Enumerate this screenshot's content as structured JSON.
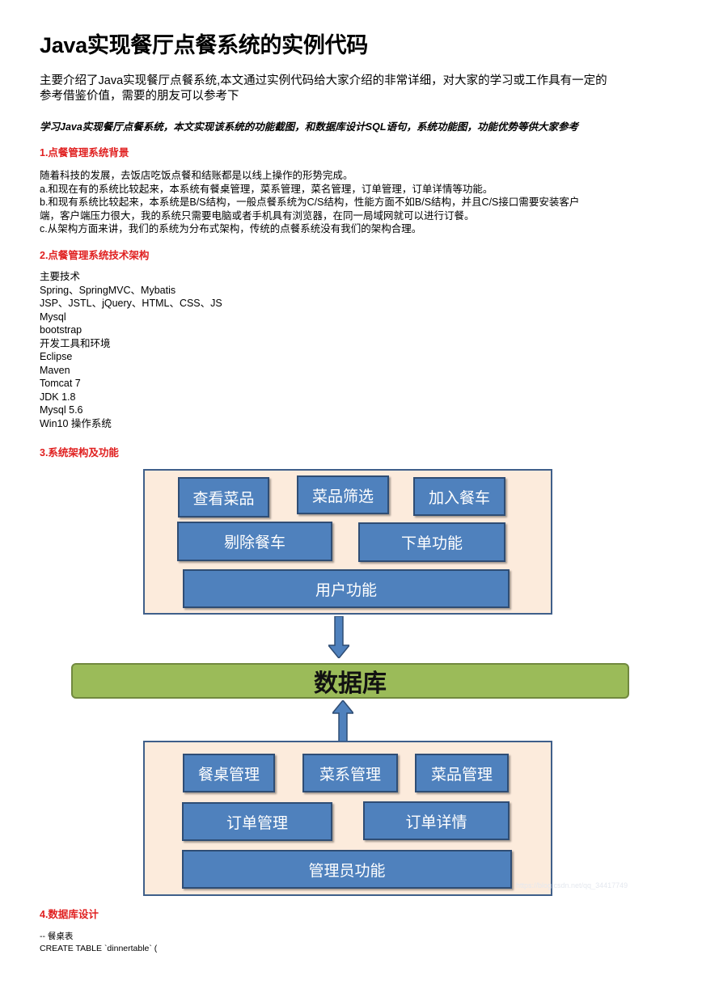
{
  "title": "Java实现餐厅点餐系统的实例代码",
  "intro": [
    "主要介绍了Java实现餐厅点餐系统,本文通过实例代码给大家介绍的非常详细，对大家的学习或工作具有一定的",
    "参考借鉴价值，需要的朋友可以参考下"
  ],
  "lead": "学习Java实现餐厅点餐系统，本文实现该系统的功能截图，和数据库设计SQL语句，系统功能图，功能优势等供大家参考",
  "section1": {
    "heading": "1.点餐管理系统背景",
    "lines": [
      "随着科技的发展，去饭店吃饭点餐和结账都是以线上操作的形势完成。",
      "a.和现在有的系统比较起来，本系统有餐桌管理，菜系管理，菜名管理，订单管理，订单详情等功能。",
      "b.和现有系统比较起来，本系统是B/S结构，一般点餐系统为C/S结构，性能方面不如B/S结构，并且C/S接口需要安装客户",
      "端，客户端压力很大，我的系统只需要电脑或者手机具有浏览器，在同一局域网就可以进行订餐。",
      "c.从架构方面来讲，我们的系统为分布式架构，传统的点餐系统没有我们的架构合理。"
    ]
  },
  "section2": {
    "heading": "2.点餐管理系统技术架构",
    "lines": [
      "主要技术",
      "Spring、SpringMVC、Mybatis",
      "JSP、JSTL、jQuery、HTML、CSS、JS",
      "Mysql",
      "bootstrap",
      "开发工具和环境",
      "Eclipse",
      "Maven",
      "Tomcat 7",
      "JDK 1.8",
      "Mysql 5.6",
      "Win10 操作系统"
    ]
  },
  "section3": {
    "heading": "3.系统架构及功能",
    "diagram": {
      "user_boxes": [
        "查看菜品",
        "菜品筛选",
        "加入餐车",
        "剔除餐车",
        "下单功能"
      ],
      "user_main": "用户功能",
      "database": "数据库",
      "admin_boxes": [
        "餐桌管理",
        "菜系管理",
        "菜品管理",
        "订单管理",
        "订单详情"
      ],
      "admin_main": "管理员功能",
      "watermark": "https://blog.csdn.net/qq_34417749"
    }
  },
  "section4": {
    "heading": "4.数据库设计",
    "code": [
      "-- 餐桌表",
      "CREATE TABLE `dinnertable` ("
    ]
  },
  "colors": {
    "heading_red": "#e02020",
    "box_blue": "#4f81bd",
    "panel_peach": "#fcebdc",
    "db_green": "#9bbb59"
  }
}
